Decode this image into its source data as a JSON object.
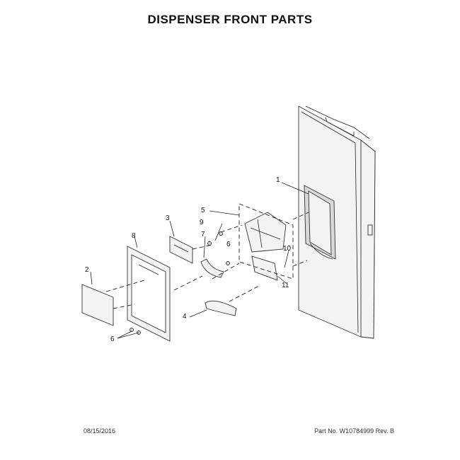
{
  "title": "DISPENSER FRONT PARTS",
  "footer": {
    "date": "08/15/2016",
    "part_no": "Part No. W10784999  Rev. B"
  },
  "callouts": {
    "c1": "1",
    "c2": "2",
    "c3": "3",
    "c4": "4",
    "c5": "5",
    "c6a": "6",
    "c6b": "6",
    "c7": "7",
    "c8": "8",
    "c9": "9",
    "c10": "10",
    "c11": "11"
  }
}
